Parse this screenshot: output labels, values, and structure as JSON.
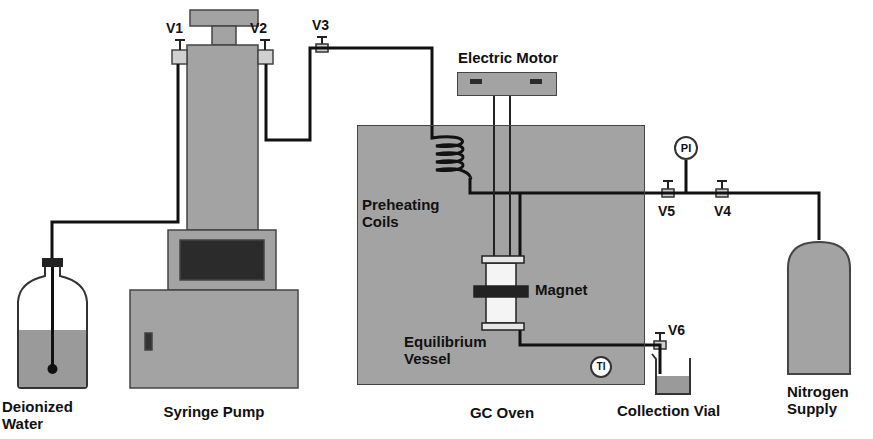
{
  "diagram": {
    "nodes": [
      {
        "text": [
          "Deionized Water"
        ]
      },
      {
        "text": [
          "Syringe Pump"
        ]
      },
      {
        "text": [
          "GC Oven"
        ]
      },
      {
        "text": [
          "Electric Motor"
        ]
      },
      {
        "text": [
          "PI"
        ]
      },
      {
        "text": [
          "TI"
        ],
        "in": 2
      },
      {
        "text": [
          "Collection Vial"
        ]
      },
      {
        "text": [
          "Nitrogen Supply"
        ]
      }
    ],
    "edges": [
      {
        "from": 0,
        "to": 1,
        "arrow": "none"
      },
      {
        "from": 1,
        "to": 2,
        "arrow": "none"
      },
      {
        "from": 7,
        "to": 2,
        "arrow": "none"
      },
      {
        "from": 2,
        "to": 6,
        "arrow": "none"
      }
    ],
    "labels": [
      "V1",
      "V2",
      "V3",
      "Preheating Coils",
      "Magnet",
      "V5",
      "V4",
      "Equilibrium Vessel",
      "V6"
    ]
  }
}
